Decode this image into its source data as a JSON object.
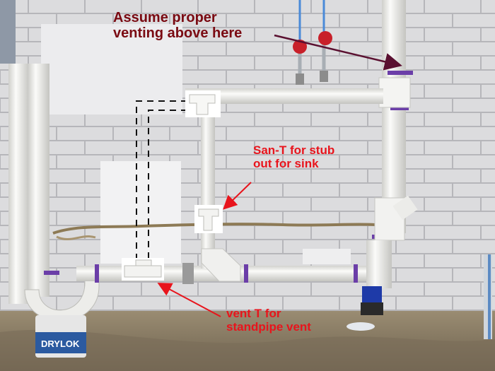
{
  "photo": {
    "subject": "pvc-drain-pipe-assembly",
    "annotations": [
      {
        "id": "venting",
        "lines": [
          "Assume proper",
          "venting above here"
        ],
        "color": "#7a0a12"
      },
      {
        "id": "sant",
        "lines": [
          "San-T for stub",
          "out for sink"
        ],
        "color": "#e8141c"
      },
      {
        "id": "vent",
        "lines": [
          "vent T for",
          "standpipe vent"
        ],
        "color": "#e8141c"
      }
    ],
    "bucket_label": "DRYLOK",
    "colors": {
      "wall": "#dcdcde",
      "mortar": "#b4b4b8",
      "floor": "#8a7c66",
      "pipe": "#f1f1ee",
      "pipe_shadow": "#c8c8c4",
      "purple_primer": "#6b3ea8",
      "arrow_dark": "#5a1030",
      "arrow_red": "#e8141c"
    }
  }
}
